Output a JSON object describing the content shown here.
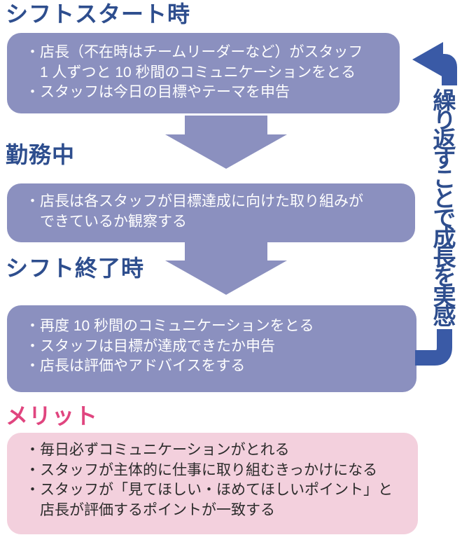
{
  "sections": [
    {
      "heading": "シフトスタート時",
      "lines": [
        "・店長（不在時はチームリーダーなど）がスタッフ",
        "　1 人ずつと 10 秒間のコミュニケーションをとる",
        "・スタッフは今日の目標やテーマを申告"
      ]
    },
    {
      "heading": "勤務中",
      "lines": [
        "・店長は各スタッフが目標達成に向けた取り組みが",
        "　できているか観察する"
      ]
    },
    {
      "heading": "シフト終了時",
      "lines": [
        "・再度 10 秒間のコミュニケーションをとる",
        "・スタッフは目標が達成できたか申告",
        "・店長は評価やアドバイスをする"
      ]
    }
  ],
  "merit": {
    "heading": "メリット",
    "lines": [
      "・毎日必ずコミュニケーションがとれる",
      "・スタッフが主体的に仕事に取り組むきっかけになる",
      "・スタッフが「見てほしい・ほめてほしいポイント」と",
      "　店長が評価するポイントが一致する"
    ]
  },
  "repeat_note": "繰り返すことで成長を実感",
  "colors": {
    "purple_box": "#8B90BF",
    "heading_blue": "#2E4E8E",
    "repeat_arrow_blue": "#3A5AA6",
    "merit_heading_pink": "#E0457F",
    "merit_box_pink": "#F3D0DD",
    "box_text_white": "#FFFFFF",
    "merit_text_dark": "#2B2B2B"
  }
}
